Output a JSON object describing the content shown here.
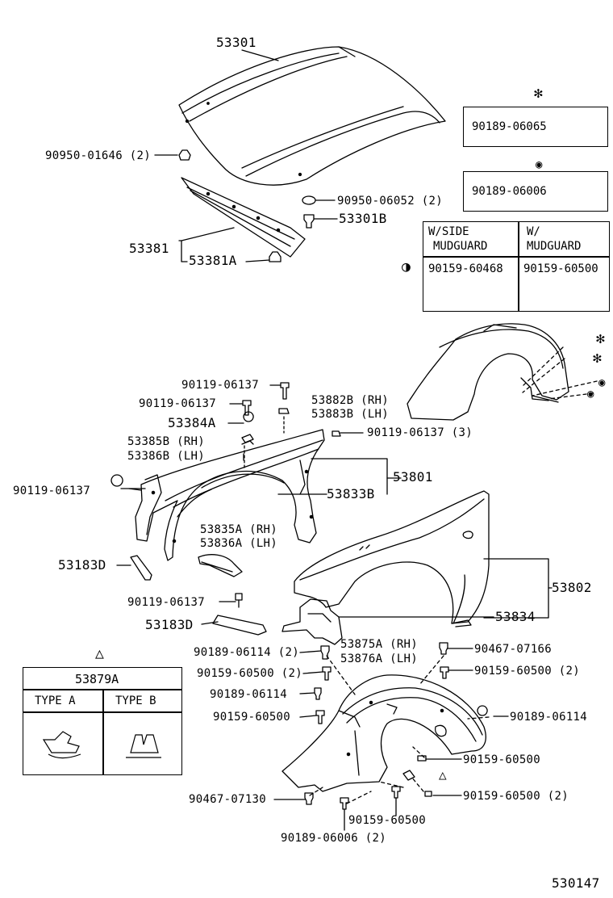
{
  "labels": {
    "p53301": "53301",
    "p90950_01646": "90950-01646 (2)",
    "p90950_06052": "90950-06052 (2)",
    "p53301B": "53301B",
    "p53381": "53381",
    "p53381A": "53381A",
    "p90119_06137_a": "90119-06137",
    "p90119_06137_b": "90119-06137",
    "p53882B": "53882B (RH)",
    "p53883B": "53883B (LH)",
    "p53384A": "53384A",
    "p90119_06137_3": "90119-06137 (3)",
    "p53385B": "53385B (RH)",
    "p53386B": "53386B (LH)",
    "p53801": "53801",
    "p90119_06137_c": "90119-06137",
    "p53833B": "53833B",
    "p53835A": "53835A (RH)",
    "p53836A": "53836A (LH)",
    "p53183D_a": "53183D",
    "p90119_06137_d": "90119-06137",
    "p53802": "53802",
    "p53183D_b": "53183D",
    "p53834": "53834",
    "p90189_06114_2": "90189-06114 (2)",
    "p53875A": "53875A (RH)",
    "p53876A": "53876A (LH)",
    "p90467_07166": "90467-07166",
    "p90159_60500_2a": "90159-60500 (2)",
    "p90159_60500_2b": "90159-60500 (2)",
    "p90189_06114_a": "90189-06114",
    "p90159_60500_a": "90159-60500",
    "p90189_06114_b": "90189-06114",
    "p90159_60500_b": "90159-60500",
    "p90467_07130": "90467-07130",
    "p90159_60500_c": "90159-60500",
    "p90159_60500_2c": "90159-60500 (2)",
    "p90189_06006_2": "90189-06006 (2)",
    "diagram_code": "530147"
  },
  "legend_boxes": {
    "clip_star": {
      "symbol": "✻",
      "part": "90189-06065"
    },
    "clip_ring": {
      "symbol": "◉",
      "part": "90189-06006"
    }
  },
  "screw_table": {
    "col1_header_line1": "W/SIDE",
    "col1_header_line2": "MUDGUARD",
    "col2_header_line1": "W/",
    "col2_header_line2": "MUDGUARD",
    "symbol": "◑",
    "col1_part": "90159-60468",
    "col2_part": "90159-60500"
  },
  "clip_table": {
    "symbol": "△",
    "title": "53879A",
    "type_a": "TYPE  A",
    "type_b": "TYPE  B"
  },
  "symbols": {
    "star": "✻",
    "ring": "◉",
    "triangle": "△"
  }
}
